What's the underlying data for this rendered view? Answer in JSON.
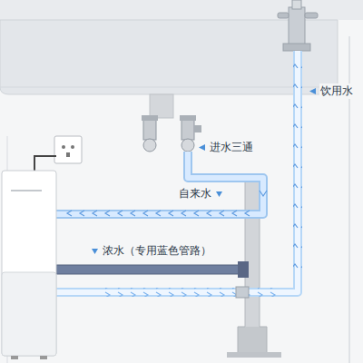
{
  "diagram": {
    "labels": [
      "饮用水",
      "进水三通",
      "自来水",
      "浓水（专用蓝色管路）"
    ]
  }
}
